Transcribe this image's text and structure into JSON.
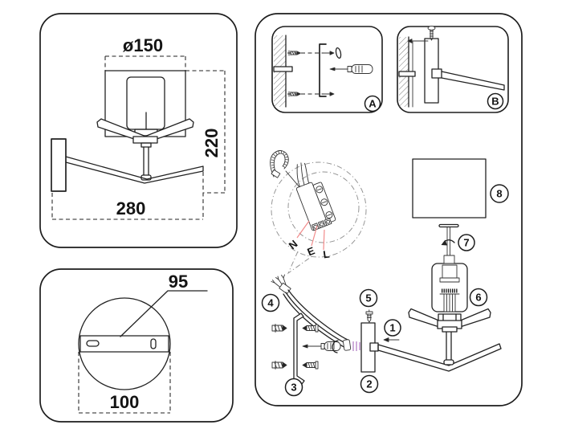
{
  "colors": {
    "ink": "#222222",
    "callout_gray": "#919191",
    "leader_pink": "#f28b8b",
    "connector_lilac": "#c79fd4"
  },
  "front_view": {
    "diameter_label": "ø150",
    "height_label": "220",
    "width_label": "280"
  },
  "base_view": {
    "plate_label": "95",
    "diameter_label": "100"
  },
  "assembly": {
    "step_a_label": "A",
    "step_b_label": "B",
    "wire_labels": {
      "neutral": "N",
      "earth": "E",
      "live": "L"
    },
    "part_labels": {
      "p1": "1",
      "p2": "2",
      "p3": "3",
      "p4": "4",
      "p5": "5",
      "p6": "6",
      "p7": "7",
      "p8": "8"
    }
  }
}
